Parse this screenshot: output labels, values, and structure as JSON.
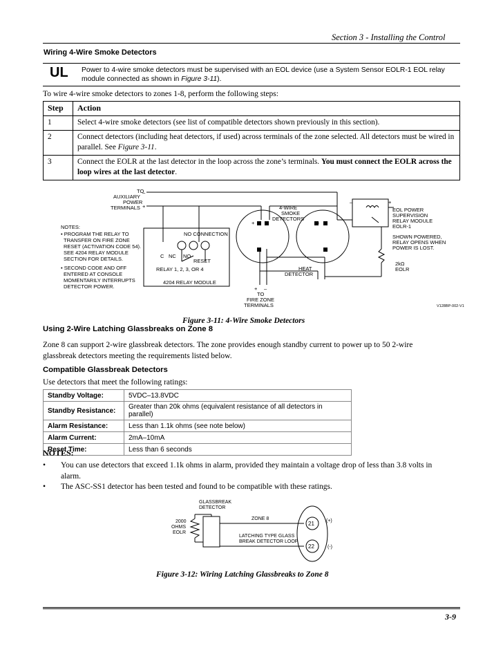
{
  "header": {
    "section": "Section 3 - Installing the Control"
  },
  "wiring4": {
    "heading": "Wiring 4-Wire Smoke Detectors",
    "ul_logo": "UL",
    "ul_text1": "Power to 4-wire smoke detectors must be supervised with an EOL device (use a System Sensor EOLR-1 EOL relay",
    "ul_text2": "module connected as shown in ",
    "ul_fig": "Figure 3-11",
    "ul_end": ").",
    "intro": "To wire 4-wire smoke detectors to zones 1-8, perform the following steps:"
  },
  "steps": {
    "col_step": "Step",
    "col_action": "Action",
    "rows": [
      {
        "n": "1",
        "a": "Select 4-wire smoke detectors (see list of compatible detectors shown previously in this section).",
        "b": "",
        "c": ""
      },
      {
        "n": "2",
        "a": "Connect detectors (including heat detectors, if used) across terminals of the zone selected.  All detectors must be wired in parallel. See ",
        "b": "Figure 3-11",
        "c": "."
      },
      {
        "n": "3",
        "a": "Connect the EOLR at the last detector in the loop across the zone’s terminals. ",
        "b": "You must connect the EOLR across the loop wires at the last detector",
        "c": "."
      }
    ]
  },
  "fig311": {
    "caption": "Figure 3-11:  4-Wire Smoke Detectors",
    "aux1": "TO",
    "aux2": "AUXILIARY",
    "aux3": "POWER",
    "aux4": "TERMINALS",
    "minus": "–",
    "plus": "+",
    "notes_title": "NOTES:",
    "note1": [
      "• PROGRAM THE RELAY TO",
      "TRANSFER ON FIRE ZONE",
      "RESET (ACTIVATION CODE 54).",
      "SEE 4204 RELAY MODULE",
      "SECTION FOR DETAILS."
    ],
    "note2": [
      "• SECOND CODE AND OFF",
      "ENTERED AT CONSOLE",
      "MOMENTARILY INTERRUPTS",
      "DETECTOR POWER."
    ],
    "no_connection": "NO CONNECTION",
    "c": "C",
    "nc": "NC",
    "no": "NO",
    "reset": "RESET",
    "relay_label": "RELAY 1, 2, 3, OR 4",
    "relay_module": "4204 RELAY MODULE",
    "smoke1": "4-WIRE",
    "smoke2": "SMOKE",
    "smoke3": "DETECTORS",
    "heat1": "HEAT",
    "heat2": "DETECTOR",
    "fz1": "TO",
    "fz2": "FIRE ZONE",
    "fz3": "TERMINALS",
    "eol1": "EOL POWER",
    "eol2": "SUPERVISION",
    "eol3": "RELAY MODULE",
    "eol4": "EOLR-1",
    "sp1": "SHOWN POWERED,",
    "sp2": "RELAY OPENS WHEN",
    "sp3": "POWER IS LOST.",
    "ohm": "2kΩ",
    "eolr": "EOLR",
    "code": "V128BP-002-V1"
  },
  "glass": {
    "heading": "Using 2-Wire Latching Glassbreaks on Zone 8",
    "p1": "Zone 8 can support 2-wire glassbreak detectors.  The zone provides enough standby current to power up to 50 2-wire",
    "p2": "glassbreak detectors meeting the requirements listed below.",
    "compat_heading": "Compatible Glassbreak Detectors",
    "use_text": "Use detectors that meet the following ratings:",
    "ratings": [
      {
        "k": "Standby Voltage:",
        "v": "5VDC–13.8VDC"
      },
      {
        "k": "Standby Resistance:",
        "v": "Greater than 20k ohms (equivalent resistance of all detectors in parallel)"
      },
      {
        "k": "Alarm Resistance:",
        "v": "Less than 1.1k ohms (see note below)"
      },
      {
        "k": "Alarm Current:",
        "v": "2mA–10mA"
      },
      {
        "k": "Reset Time:",
        "v": "Less than 6 seconds"
      }
    ],
    "notes_heading": "NOTES:",
    "note_a1": "You can use detectors that exceed 1.1k ohms in alarm, provided they maintain a voltage drop of less than 3.8 volts in",
    "note_a2": "alarm.",
    "note_b": "The ASC-SS1 detector has been tested and found to be compatible with these ratings.",
    "bullet": "•"
  },
  "fig312": {
    "caption": "Figure 3-12: Wiring Latching Glassbreaks to Zone 8",
    "gb1": "GLASSBREAK",
    "gb2": "DETECTOR",
    "ohms1": "2000",
    "ohms2": "OHMS",
    "ohms3": "EOLR",
    "zone8": "ZONE 8",
    "loop1": "LATCHING TYPE GLASS",
    "loop2": "BREAK DETECTOR LOOP",
    "t21": "21",
    "t22": "22",
    "plus": "(+)",
    "minus": "(-)"
  },
  "footer": {
    "page": "3-9"
  }
}
